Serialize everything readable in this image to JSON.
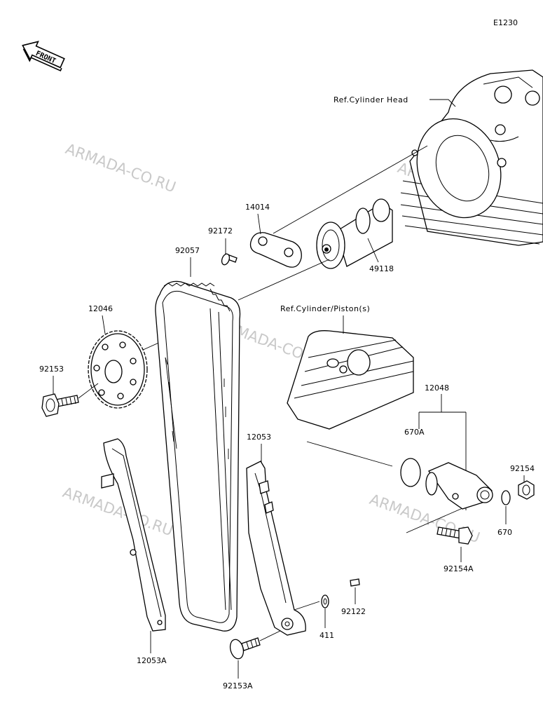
{
  "diagram_code": "E1230",
  "front_label": "FRONT",
  "refs": {
    "cylinder_head": "Ref.Cylinder Head",
    "cylinder_piston": "Ref.Cylinder/Piston(s)"
  },
  "watermark": "ARMADA-CO.RU",
  "parts": {
    "p14014": "14014",
    "p92172": "92172",
    "p92057": "92057",
    "p49118": "49118",
    "p12046": "12046",
    "p92153": "92153",
    "p12048": "12048",
    "p670A": "670A",
    "p92154": "92154",
    "p670": "670",
    "p92154A": "92154A",
    "p12053": "12053",
    "p12053A": "12053A",
    "p92122": "92122",
    "p411": "411",
    "p92153A": "92153A"
  }
}
